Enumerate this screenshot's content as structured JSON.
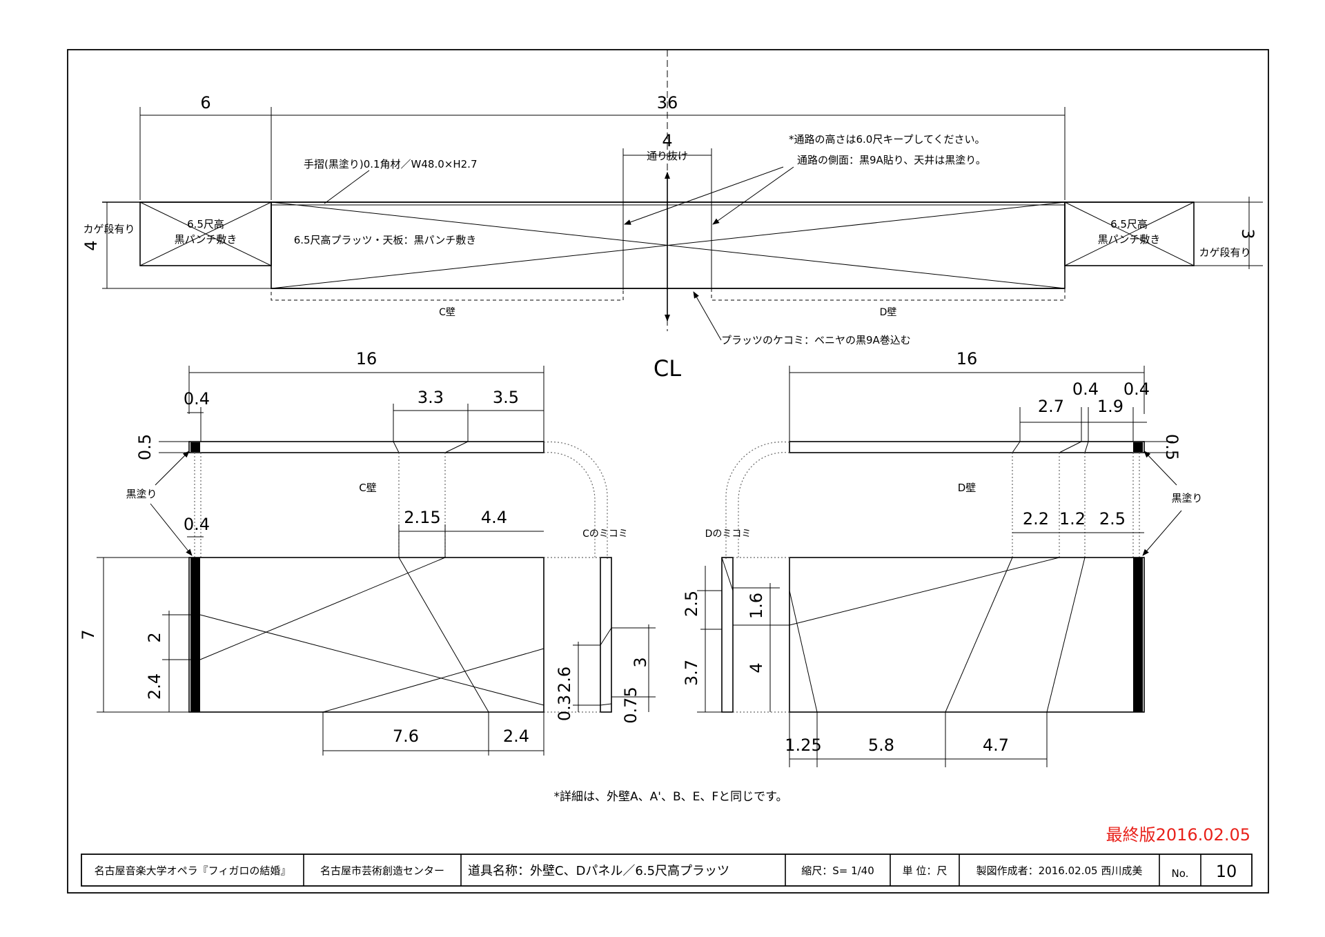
{
  "top_view": {
    "dim_left": "6",
    "dim_total": "36",
    "dim_passage": "4",
    "passage_label": "通り抜け",
    "handrail_note": "手摺(黒塗り)0.1角材／W48.0×H2.7",
    "passage_note_1": "*通路の高さは6.0尺キープしてください。",
    "passage_note_2": "通路の側面：黒9A貼り、天井は黒塗り。",
    "left_box_line1": "6.5尺高",
    "left_box_line2": "黒パンチ敷き",
    "right_box_line1": "6.5尺高",
    "right_box_line2": "黒パンチ敷き",
    "main_label": "6.5尺高プラッツ・天板：黒パンチ敷き",
    "left_side_label": "カゲ段有り",
    "right_side_label": "カゲ段有り",
    "dim_height_left": "4",
    "dim_height_right": "3",
    "wall_c": "C壁",
    "wall_d": "D壁",
    "kekomi_note": "プラッツのケコミ：ベニヤの黒9A巻込む",
    "centerline": "CL"
  },
  "c_wall": {
    "dim_total": "16",
    "dim_a": "0.4",
    "dim_b": "3.3",
    "dim_c": "3.5",
    "dim_thickness": "0.5",
    "label": "C壁",
    "black_label": "黒塗り",
    "dim_a2": "0.4",
    "dim_d": "2.15",
    "dim_e": "4.4",
    "mikomi_label": "Cのミコミ",
    "dim_height": "7",
    "dim_2": "2",
    "dim_24v": "2.4",
    "dim_26": "2.6",
    "dim_03": "0.3",
    "dim_3": "3",
    "dim_075": "0.75",
    "dim_76": "7.6",
    "dim_24h": "2.4"
  },
  "d_wall": {
    "dim_total": "16",
    "dim_04a": "0.4",
    "dim_04b": "0.4",
    "dim_27": "2.7",
    "dim_19": "1.9",
    "dim_thickness": "0.5",
    "label": "D壁",
    "black_label": "黒塗り",
    "dim_22": "2.2",
    "dim_12": "1.2",
    "dim_25": "2.5",
    "mikomi_label": "Dのミコミ",
    "dim_25v": "2.5",
    "dim_37": "3.7",
    "dim_16": "1.6",
    "dim_4": "4",
    "dim_125": "1.25",
    "dim_58": "5.8",
    "dim_47": "4.7"
  },
  "footer_note": "*詳細は、外壁A、A'、B、E、Fと同じです。",
  "final_version": "最終版2016.02.05",
  "final_color": "#e8211a",
  "title_block": {
    "production": "名古屋音楽大学オペラ『フィガロの結婚』",
    "venue": "名古屋市芸術創造センター",
    "prop_name": "道具名称：外壁C、Dパネル／6.5尺高プラッツ",
    "scale": "縮尺：S= 1/40",
    "unit": "単 位：尺",
    "drafter": "製図作成者：2016.02.05 西川成美",
    "no_label": "No.",
    "no_value": "10"
  }
}
